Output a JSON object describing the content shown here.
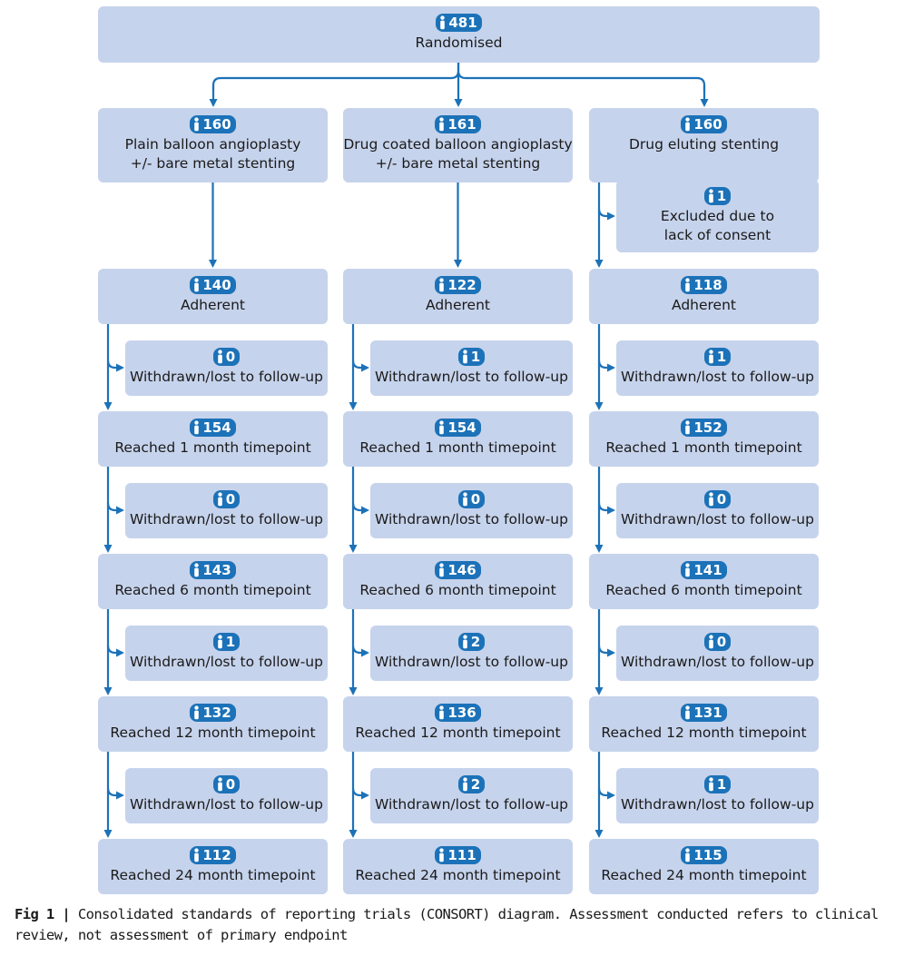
{
  "colors": {
    "box": "#c6d3ec",
    "badge": "#1c72b8",
    "arrow": "#1c72b8"
  },
  "badge_icon": "person-icon",
  "top": {
    "n": "481",
    "label": "Randomised"
  },
  "columns": [
    {
      "arm": {
        "n": "160",
        "label": "Plain balloon angioplasty\n+/- bare metal stenting"
      },
      "excluded": null,
      "adherent": {
        "n": "140",
        "label": "Adherent"
      },
      "steps": [
        {
          "withdrawn": {
            "n": "0",
            "label": "Withdrawn/lost to follow-up"
          },
          "reached": {
            "n": "154",
            "label": "Reached 1 month timepoint"
          }
        },
        {
          "withdrawn": {
            "n": "0",
            "label": "Withdrawn/lost to follow-up"
          },
          "reached": {
            "n": "143",
            "label": "Reached 6 month timepoint"
          }
        },
        {
          "withdrawn": {
            "n": "1",
            "label": "Withdrawn/lost to follow-up"
          },
          "reached": {
            "n": "132",
            "label": "Reached 12 month timepoint"
          }
        },
        {
          "withdrawn": {
            "n": "0",
            "label": "Withdrawn/lost to follow-up"
          },
          "reached": {
            "n": "112",
            "label": "Reached 24 month timepoint"
          }
        }
      ]
    },
    {
      "arm": {
        "n": "161",
        "label": "Drug coated balloon angioplasty\n+/- bare metal stenting"
      },
      "excluded": null,
      "adherent": {
        "n": "122",
        "label": "Adherent"
      },
      "steps": [
        {
          "withdrawn": {
            "n": "1",
            "label": "Withdrawn/lost to follow-up"
          },
          "reached": {
            "n": "154",
            "label": "Reached 1 month timepoint"
          }
        },
        {
          "withdrawn": {
            "n": "0",
            "label": "Withdrawn/lost to follow-up"
          },
          "reached": {
            "n": "146",
            "label": "Reached 6 month timepoint"
          }
        },
        {
          "withdrawn": {
            "n": "2",
            "label": "Withdrawn/lost to follow-up"
          },
          "reached": {
            "n": "136",
            "label": "Reached 12 month timepoint"
          }
        },
        {
          "withdrawn": {
            "n": "2",
            "label": "Withdrawn/lost to follow-up"
          },
          "reached": {
            "n": "111",
            "label": "Reached 24 month timepoint"
          }
        }
      ]
    },
    {
      "arm": {
        "n": "160",
        "label": "Drug eluting stenting"
      },
      "excluded": {
        "n": "1",
        "label": "Excluded due to\nlack of consent"
      },
      "adherent": {
        "n": "118",
        "label": "Adherent"
      },
      "steps": [
        {
          "withdrawn": {
            "n": "1",
            "label": "Withdrawn/lost to follow-up"
          },
          "reached": {
            "n": "152",
            "label": "Reached 1 month timepoint"
          }
        },
        {
          "withdrawn": {
            "n": "0",
            "label": "Withdrawn/lost to follow-up"
          },
          "reached": {
            "n": "141",
            "label": "Reached 6 month timepoint"
          }
        },
        {
          "withdrawn": {
            "n": "0",
            "label": "Withdrawn/lost to follow-up"
          },
          "reached": {
            "n": "131",
            "label": "Reached 12 month timepoint"
          }
        },
        {
          "withdrawn": {
            "n": "1",
            "label": "Withdrawn/lost to follow-up"
          },
          "reached": {
            "n": "115",
            "label": "Reached 24 month timepoint"
          }
        }
      ]
    }
  ],
  "caption": {
    "prefix": "Fig 1 | ",
    "text": "Consolidated standards of reporting trials (CONSORT) diagram. Assessment conducted refers to clinical review, not assessment of primary endpoint"
  }
}
